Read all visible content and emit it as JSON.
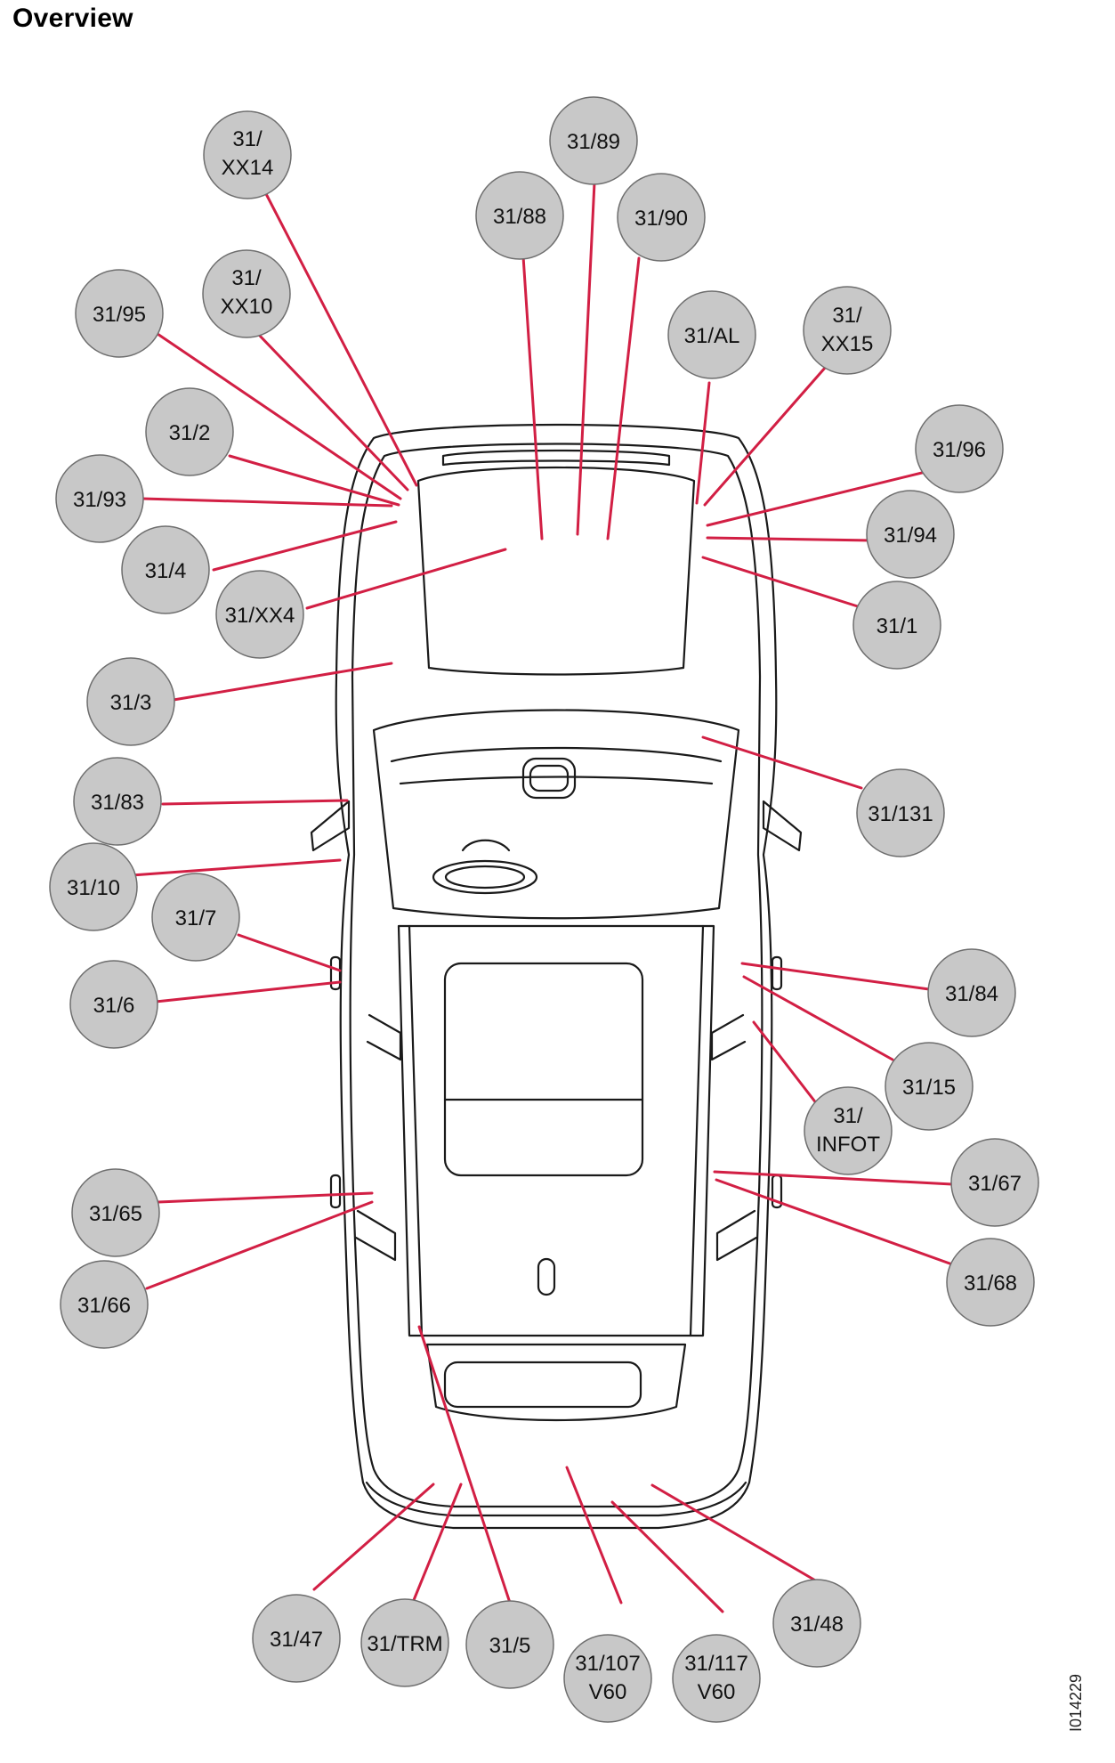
{
  "page": {
    "title": "Overview",
    "image_code": "I014229"
  },
  "labels": [
    {
      "id": "31-xx14",
      "lines": [
        "31/",
        "XX14"
      ]
    },
    {
      "id": "31-89",
      "lines": [
        "31/89"
      ]
    },
    {
      "id": "31-88",
      "lines": [
        "31/88"
      ]
    },
    {
      "id": "31-90",
      "lines": [
        "31/90"
      ]
    },
    {
      "id": "31-xx10",
      "lines": [
        "31/",
        "XX10"
      ]
    },
    {
      "id": "31-95",
      "lines": [
        "31/95"
      ]
    },
    {
      "id": "31-al",
      "lines": [
        "31/AL"
      ]
    },
    {
      "id": "31-xx15",
      "lines": [
        "31/",
        "XX15"
      ]
    },
    {
      "id": "31-2",
      "lines": [
        "31/2"
      ]
    },
    {
      "id": "31-96",
      "lines": [
        "31/96"
      ]
    },
    {
      "id": "31-93",
      "lines": [
        "31/93"
      ]
    },
    {
      "id": "31-94",
      "lines": [
        "31/94"
      ]
    },
    {
      "id": "31-4",
      "lines": [
        "31/4"
      ]
    },
    {
      "id": "31-xx4",
      "lines": [
        "31/XX4"
      ]
    },
    {
      "id": "31-1",
      "lines": [
        "31/1"
      ]
    },
    {
      "id": "31-3",
      "lines": [
        "31/3"
      ]
    },
    {
      "id": "31-131",
      "lines": [
        "31/131"
      ]
    },
    {
      "id": "31-83",
      "lines": [
        "31/83"
      ]
    },
    {
      "id": "31-10",
      "lines": [
        "31/10"
      ]
    },
    {
      "id": "31-7",
      "lines": [
        "31/7"
      ]
    },
    {
      "id": "31-84",
      "lines": [
        "31/84"
      ]
    },
    {
      "id": "31-6",
      "lines": [
        "31/6"
      ]
    },
    {
      "id": "31-15",
      "lines": [
        "31/15"
      ]
    },
    {
      "id": "31-infot",
      "lines": [
        "31/",
        "INFOT"
      ]
    },
    {
      "id": "31-67",
      "lines": [
        "31/67"
      ]
    },
    {
      "id": "31-65",
      "lines": [
        "31/65"
      ]
    },
    {
      "id": "31-68",
      "lines": [
        "31/68"
      ]
    },
    {
      "id": "31-66",
      "lines": [
        "31/66"
      ]
    },
    {
      "id": "31-48",
      "lines": [
        "31/48"
      ]
    },
    {
      "id": "31-47",
      "lines": [
        "31/47"
      ]
    },
    {
      "id": "31-trm",
      "lines": [
        "31/TRM"
      ]
    },
    {
      "id": "31-5",
      "lines": [
        "31/5"
      ]
    },
    {
      "id": "31-107-v60",
      "lines": [
        "31/107",
        "V60"
      ]
    },
    {
      "id": "31-117-v60",
      "lines": [
        "31/117",
        "V60"
      ]
    }
  ],
  "colors": {
    "leader_line": "#d21f44",
    "bubble_fill": "#c8c8c8",
    "outline": "#1a1a1a"
  }
}
